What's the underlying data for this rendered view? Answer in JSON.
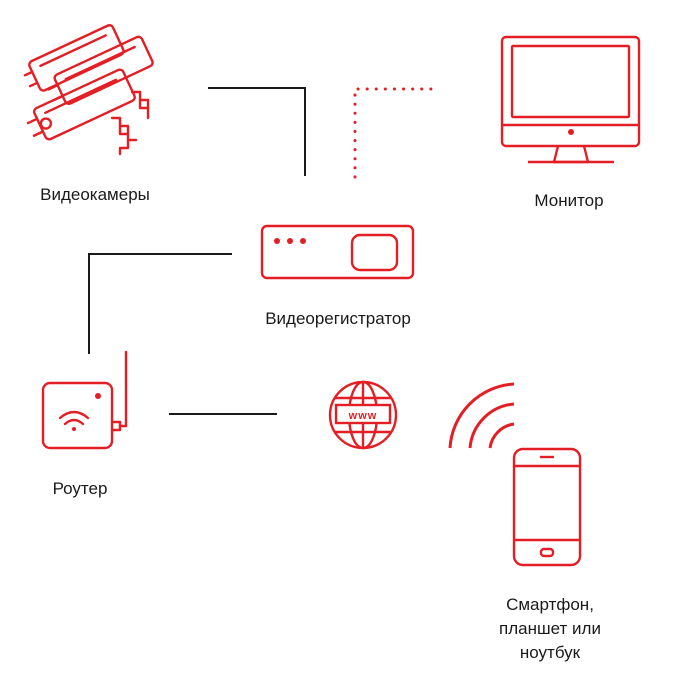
{
  "colors": {
    "accent": "#e31e24",
    "line": "#1a1a1a",
    "text": "#1a1a1a",
    "background": "#ffffff"
  },
  "nodes": {
    "cameras": {
      "label": "Видеокамеры",
      "icon": "cctv-cameras-icon"
    },
    "monitor": {
      "label": "Монитор",
      "icon": "monitor-icon"
    },
    "dvr": {
      "label": "Видеорегистратор",
      "icon": "dvr-icon"
    },
    "router": {
      "label": "Роутер",
      "icon": "router-icon"
    },
    "internet": {
      "icon": "www-globe-icon",
      "text": "www"
    },
    "devices": {
      "label_lines": [
        "Смартфон,",
        "планшет или",
        "ноутбук"
      ],
      "icon": "smartphone-icon"
    }
  }
}
